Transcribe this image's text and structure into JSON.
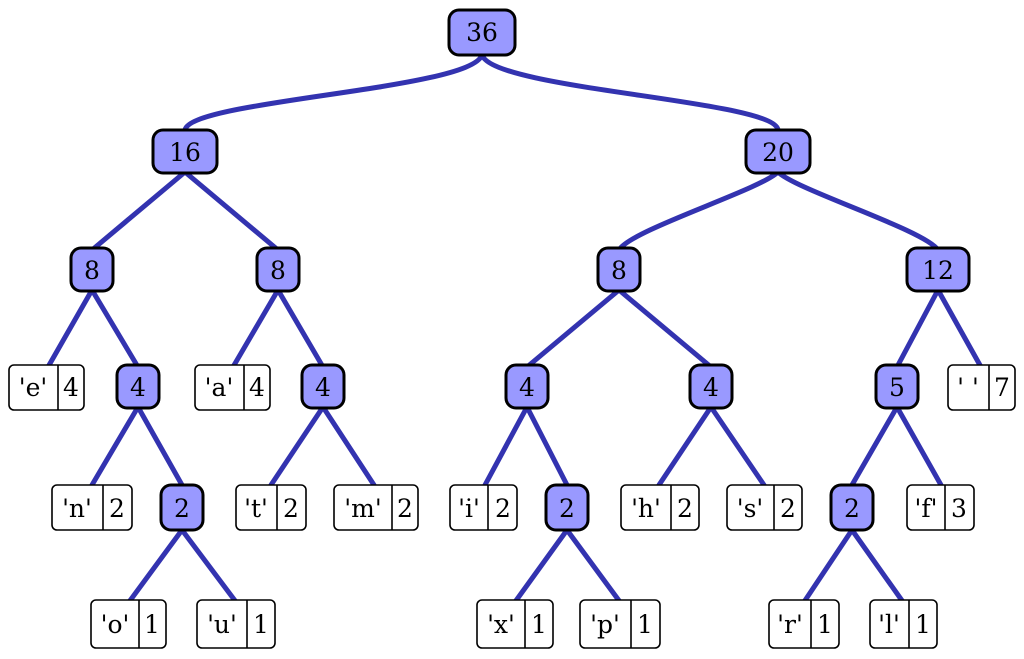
{
  "colors": {
    "internal_fill": "#9999ff",
    "edge": "#3333b0",
    "leaf_fill": "#ffffff",
    "border": "#000000"
  },
  "nodes": {
    "n36": {
      "label": "36"
    },
    "n16": {
      "label": "16"
    },
    "n20": {
      "label": "20"
    },
    "n8a": {
      "label": "8"
    },
    "n8b": {
      "label": "8"
    },
    "n8c": {
      "label": "8"
    },
    "n12": {
      "label": "12"
    },
    "n4a": {
      "label": "4"
    },
    "n4b": {
      "label": "4"
    },
    "n4c": {
      "label": "4"
    },
    "n4d": {
      "label": "4"
    },
    "n5": {
      "label": "5"
    },
    "n2a": {
      "label": "2"
    },
    "n2b": {
      "label": "2"
    },
    "n2c": {
      "label": "2"
    }
  },
  "leaves": {
    "e": {
      "char": "'e'",
      "count": "4"
    },
    "a": {
      "char": "'a'",
      "count": "4"
    },
    "space": {
      "char": "' '",
      "count": "7"
    },
    "n": {
      "char": "'n'",
      "count": "2"
    },
    "t": {
      "char": "'t'",
      "count": "2"
    },
    "m": {
      "char": "'m'",
      "count": "2"
    },
    "i": {
      "char": "'i'",
      "count": "2"
    },
    "h": {
      "char": "'h'",
      "count": "2"
    },
    "s": {
      "char": "'s'",
      "count": "2"
    },
    "f": {
      "char": "'f'",
      "count": "3"
    },
    "o": {
      "char": "'o'",
      "count": "1"
    },
    "u": {
      "char": "'u'",
      "count": "1"
    },
    "x": {
      "char": "'x'",
      "count": "1"
    },
    "p": {
      "char": "'p'",
      "count": "1"
    },
    "r": {
      "char": "'r'",
      "count": "1"
    },
    "l": {
      "char": "'l'",
      "count": "1"
    }
  }
}
